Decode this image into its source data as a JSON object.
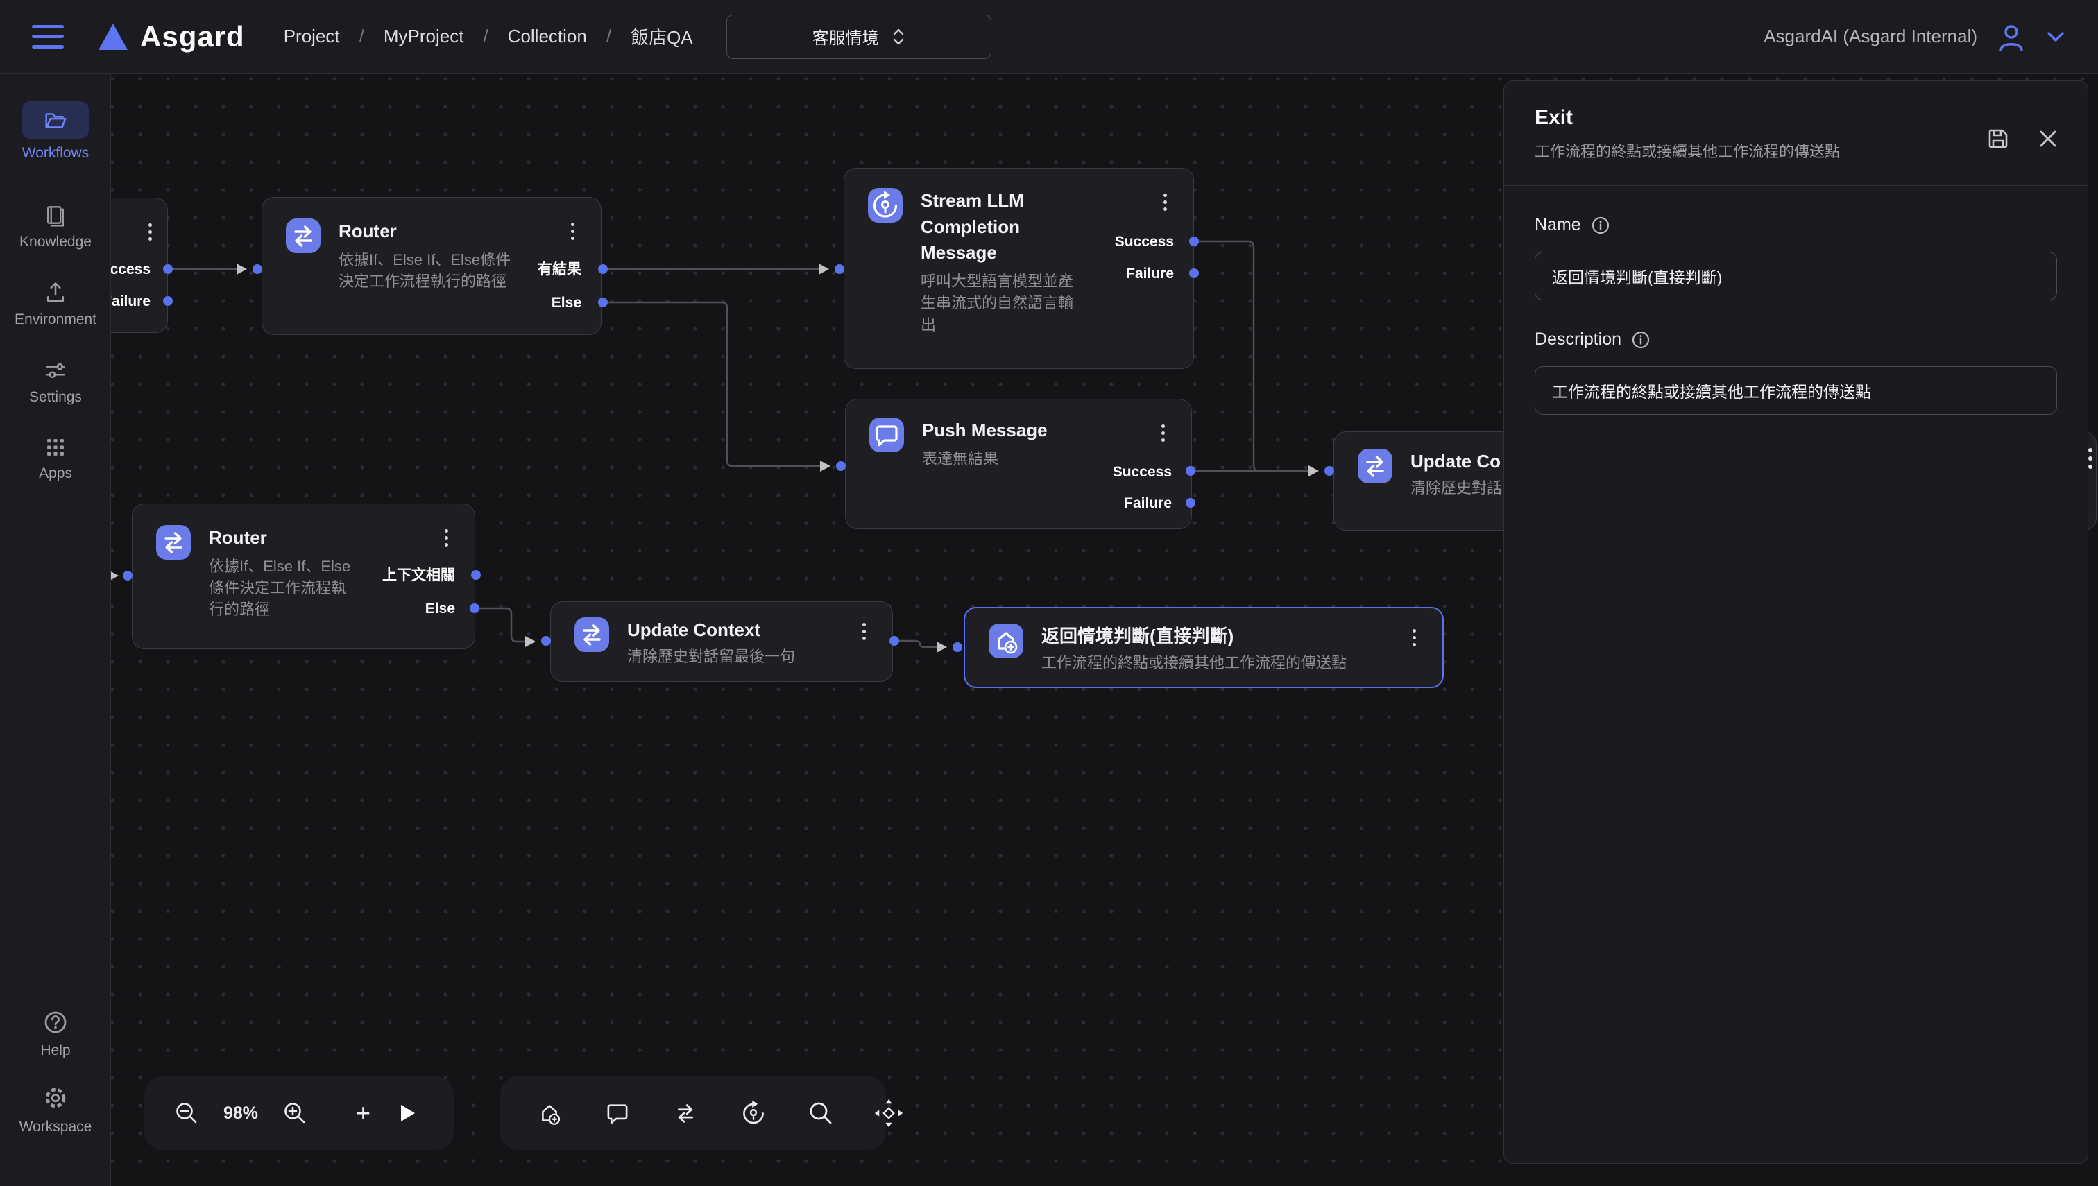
{
  "navbar": {
    "logo_text": "Asgard",
    "breadcrumb": {
      "b0": "Project",
      "s0": "/",
      "b1": "MyProject",
      "s1": "/",
      "b2": "Collection",
      "s2": "/",
      "b3": "飯店QA"
    },
    "env_select_value": "客服情境",
    "account_label": "AsgardAI (Asgard Internal)"
  },
  "sidebar": {
    "workflows": "Workflows",
    "knowledge": "Knowledge",
    "environment": "Environment",
    "settings": "Settings",
    "apps": "Apps",
    "help": "Help",
    "workspace": "Workspace"
  },
  "nodes": {
    "start": {
      "ports": {
        "out1": "Success",
        "out2": "Failure"
      }
    },
    "router1": {
      "title": "Router",
      "desc": "依據If、Else If、Else條件決定工作流程執行的路徑",
      "ports": {
        "out1": "有結果",
        "out2": "Else"
      }
    },
    "stream": {
      "title": "Stream LLM Completion Message",
      "desc": "呼叫大型語言模型並產生串流式的自然語言輸出",
      "ports": {
        "out1": "Success",
        "out2": "Failure"
      }
    },
    "push": {
      "title": "Push Message",
      "desc": "表達無結果",
      "ports": {
        "out1": "Success",
        "out2": "Failure"
      }
    },
    "router2": {
      "title": "Router",
      "desc": "依據If、Else If、Else條件決定工作流程執行的路徑",
      "ports": {
        "out1": "上下文相關",
        "out2": "Else"
      }
    },
    "updctx": {
      "title": "Update Context",
      "desc": "清除歷史對話留最後一句"
    },
    "exit": {
      "title": "返回情境判斷(直接判斷)",
      "desc": "工作流程的終點或接續其他工作流程的傳送點"
    },
    "updco": {
      "title": "Update Co",
      "desc": "清除歷史對話"
    }
  },
  "panel": {
    "title": "Exit",
    "subtitle": "工作流程的終點或接續其他工作流程的傳送點",
    "name_label": "Name",
    "name_value": "返回情境判斷(直接判斷)",
    "description_label": "Description",
    "description_value": "工作流程的終點或接續其他工作流程的傳送點"
  },
  "toolbar": {
    "zoom_level": "98%",
    "add_label": "+"
  },
  "colors": {
    "accent": "#5d75f0",
    "node_icon_bg": "#6b7ce8",
    "port_dot": "#5b72ee",
    "edge": "#505055"
  }
}
